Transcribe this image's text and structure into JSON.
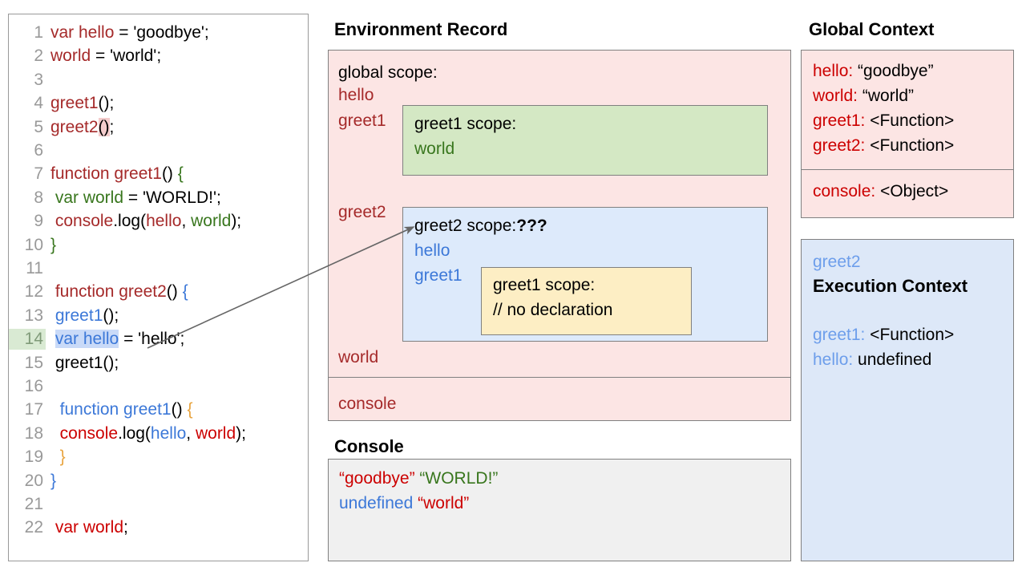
{
  "code_panel": {
    "name": "javascript-source",
    "lines": [
      {
        "n": "1",
        "tokens": [
          {
            "t": "var hello",
            "c": "red"
          },
          {
            "t": " = ",
            "c": "black"
          },
          {
            "t": "'goodbye';",
            "c": "black"
          }
        ]
      },
      {
        "n": "2",
        "tokens": [
          {
            "t": "world",
            "c": "red"
          },
          {
            "t": " = 'world';",
            "c": "black"
          }
        ]
      },
      {
        "n": "3",
        "tokens": []
      },
      {
        "n": "4",
        "tokens": [
          {
            "t": "greet1",
            "c": "red"
          },
          {
            "t": "();",
            "c": "black"
          }
        ]
      },
      {
        "n": "5",
        "tokens": [
          {
            "t": "greet2",
            "c": "red"
          },
          {
            "t": "()",
            "c": "black",
            "hl": "red-light"
          },
          {
            "t": ";",
            "c": "black"
          }
        ]
      },
      {
        "n": "6",
        "tokens": []
      },
      {
        "n": "7",
        "tokens": [
          {
            "t": "function greet1",
            "c": "red"
          },
          {
            "t": "() ",
            "c": "black"
          },
          {
            "t": "{",
            "c": "green"
          }
        ]
      },
      {
        "n": "8",
        "tokens": [
          {
            "t": " var world",
            "c": "green"
          },
          {
            "t": " = 'WORLD!';",
            "c": "black"
          }
        ]
      },
      {
        "n": "9",
        "tokens": [
          {
            "t": " console",
            "c": "red"
          },
          {
            "t": ".log(",
            "c": "black"
          },
          {
            "t": "hello",
            "c": "red"
          },
          {
            "t": ", ",
            "c": "black"
          },
          {
            "t": "world",
            "c": "green"
          },
          {
            "t": ");",
            "c": "black"
          }
        ]
      },
      {
        "n": "10",
        "tokens": [
          {
            "t": "}",
            "c": "green"
          }
        ]
      },
      {
        "n": "11",
        "tokens": []
      },
      {
        "n": "12",
        "tokens": [
          {
            "t": " function greet2",
            "c": "red"
          },
          {
            "t": "() ",
            "c": "black"
          },
          {
            "t": "{",
            "c": "blue"
          }
        ]
      },
      {
        "n": "13",
        "tokens": [
          {
            "t": " greet1",
            "c": "blue"
          },
          {
            "t": "();",
            "c": "black"
          }
        ]
      },
      {
        "n": "14",
        "tokens": [
          {
            "t": " ",
            "c": "black"
          },
          {
            "t": "var hello",
            "c": "blue",
            "hl": "blue-light"
          },
          {
            "t": " = 'hello';",
            "c": "black"
          }
        ],
        "ln_highlight": true
      },
      {
        "n": "15",
        "tokens": [
          {
            "t": " greet1();",
            "c": "black"
          }
        ]
      },
      {
        "n": "16",
        "tokens": []
      },
      {
        "n": "17",
        "tokens": [
          {
            "t": "  function greet1",
            "c": "blue"
          },
          {
            "t": "() ",
            "c": "black"
          },
          {
            "t": "{",
            "c": "orange"
          }
        ]
      },
      {
        "n": "18",
        "tokens": [
          {
            "t": "  console",
            "c": "red2"
          },
          {
            "t": ".log(",
            "c": "black"
          },
          {
            "t": "hello",
            "c": "blue"
          },
          {
            "t": ", ",
            "c": "black"
          },
          {
            "t": "world",
            "c": "red2"
          },
          {
            "t": ");",
            "c": "black"
          }
        ]
      },
      {
        "n": "19",
        "tokens": [
          {
            "t": "  }",
            "c": "orange"
          }
        ]
      },
      {
        "n": "20",
        "tokens": [
          {
            "t": "}",
            "c": "blue"
          }
        ]
      },
      {
        "n": "21",
        "tokens": []
      },
      {
        "n": "22",
        "tokens": [
          {
            "t": " var world",
            "c": "red2"
          },
          {
            "t": ";",
            "c": "black"
          }
        ]
      }
    ]
  },
  "environment_record": {
    "title": "Environment Record",
    "global_scope_label": "global scope:",
    "bindings_top": [
      "hello",
      "greet1"
    ],
    "greet2_binding": "greet2",
    "world_binding": "world",
    "console_binding": "console",
    "greet1_scope": {
      "title": "greet1 scope:",
      "bindings": [
        "world"
      ]
    },
    "greet2_scope": {
      "title": "greet2 scope:",
      "title_suffix": "???",
      "bindings": [
        "hello",
        "greet1"
      ],
      "inner": {
        "title": "greet1 scope:",
        "comment": "// no declaration"
      }
    }
  },
  "console_panel": {
    "title": "Console",
    "rows": [
      [
        {
          "t": "“goodbye”",
          "c": "red2"
        },
        {
          "t": " ",
          "c": "black"
        },
        {
          "t": "“WORLD!”",
          "c": "green"
        }
      ],
      [
        {
          "t": "undefined",
          "c": "blue"
        },
        {
          "t": " ",
          "c": "black"
        },
        {
          "t": "“world”",
          "c": "red2"
        }
      ]
    ]
  },
  "global_context": {
    "title": "Global Context",
    "entries": [
      {
        "key": "hello:",
        "value": "“goodbye”"
      },
      {
        "key": "world:",
        "value": "“world”"
      },
      {
        "key": "greet1:",
        "value": "<Function>"
      },
      {
        "key": "greet2:",
        "value": "<Function>"
      }
    ],
    "second_section": [
      {
        "key": "console:",
        "value": "<Object>"
      }
    ]
  },
  "execution_context": {
    "name_label": "greet2",
    "title": "Execution Context",
    "entries": [
      {
        "key": "greet1:",
        "value": "<Function>"
      },
      {
        "key": "hello:",
        "value": "undefined"
      }
    ]
  },
  "annotation": {
    "arrow": "pointer-from-line14-to-greet2-scope"
  },
  "colors": {
    "red": "#a52a2a",
    "red_bright": "#cc0000",
    "green": "#38761d",
    "blue": "#3c78d8",
    "blue_light": "#6d9eeb",
    "orange": "#e8a33d",
    "pink_panel": "#fce5e4",
    "green_panel": "#d4e8c4",
    "blue_panel": "#ddeafb",
    "yellow_panel": "#fdeec4",
    "console_panel": "#f0f0f0",
    "line_highlight_green": "#d9ead3",
    "token_highlight_blue": "#c9daf8"
  }
}
